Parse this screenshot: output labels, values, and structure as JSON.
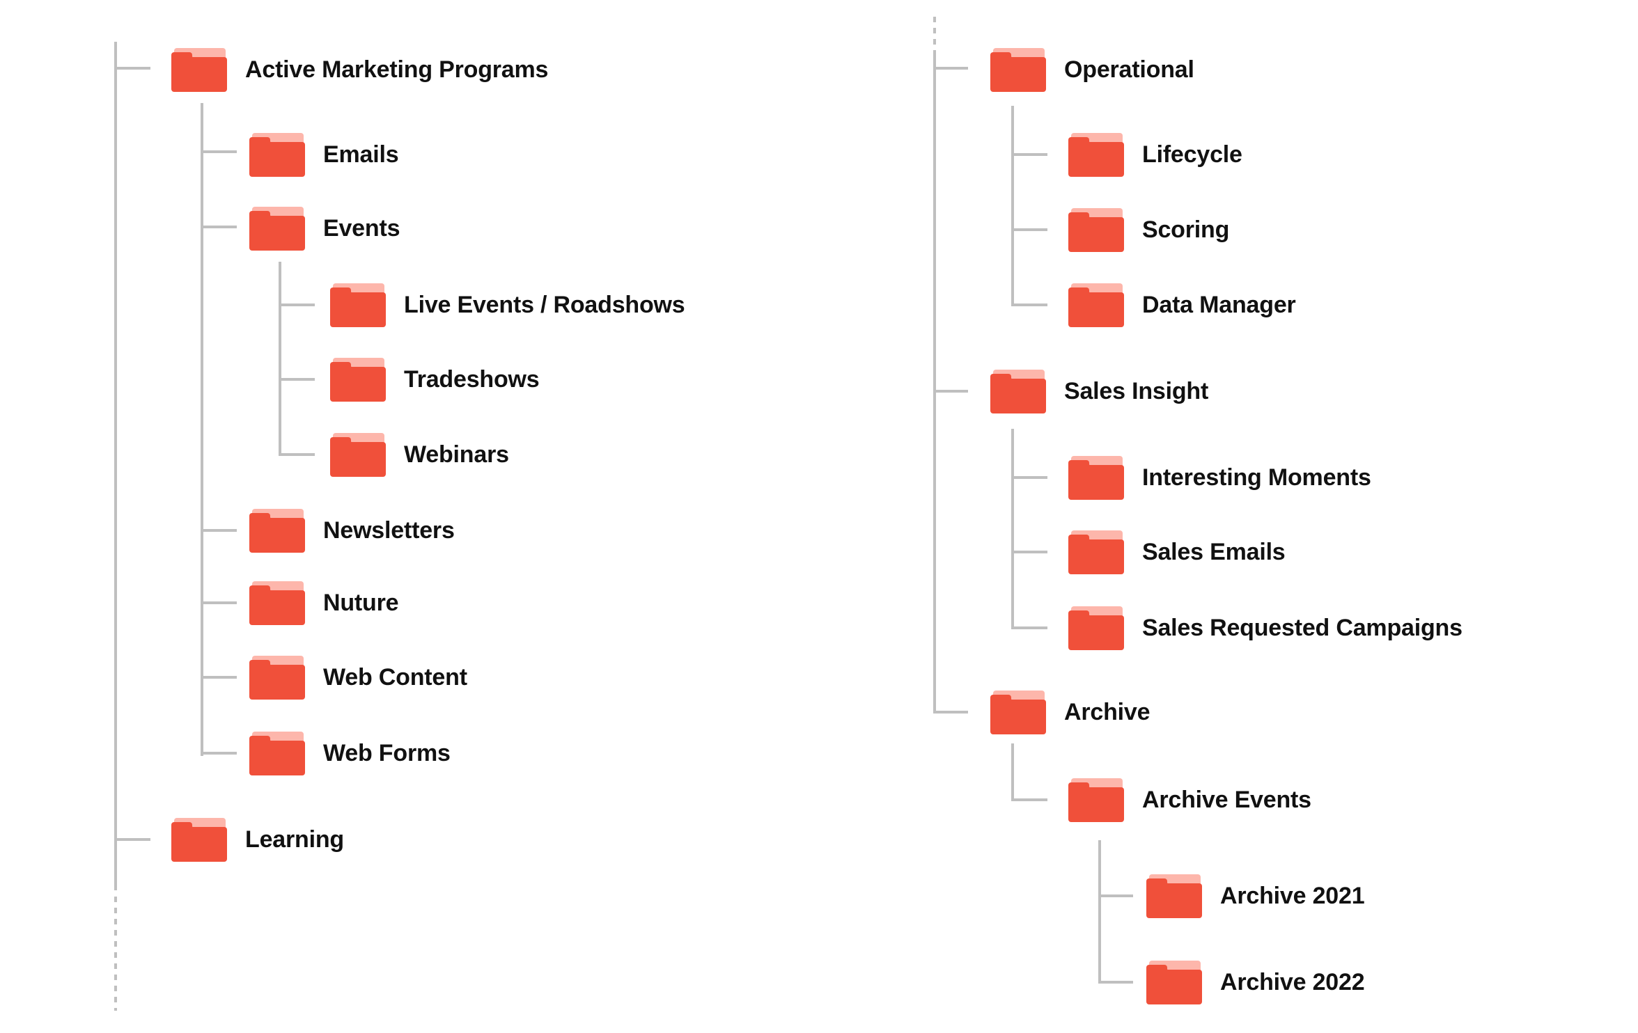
{
  "colors": {
    "folder_front": "#f0503a",
    "folder_back": "#fdb6ab",
    "connector": "#bfbfbf",
    "text": "#111111",
    "background": "#ffffff"
  },
  "icons": {
    "folder": "folder-icon"
  },
  "left_tree": {
    "active_marketing_programs": {
      "label": "Active Marketing Programs",
      "children": {
        "emails": "Emails",
        "events": {
          "label": "Events",
          "children": {
            "live_events": "Live Events / Roadshows",
            "tradeshows": "Tradeshows",
            "webinars": "Webinars"
          }
        },
        "newsletters": "Newsletters",
        "nuture": "Nuture",
        "web_content": "Web Content",
        "web_forms": "Web Forms"
      }
    },
    "learning": {
      "label": "Learning"
    }
  },
  "right_tree": {
    "operational": {
      "label": "Operational",
      "children": {
        "lifecycle": "Lifecycle",
        "scoring": "Scoring",
        "data_manager": "Data Manager"
      }
    },
    "sales_insight": {
      "label": "Sales Insight",
      "children": {
        "interesting_moments": "Interesting Moments",
        "sales_emails": "Sales Emails",
        "sales_requested_campaigns": "Sales Requested Campaigns"
      }
    },
    "archive": {
      "label": "Archive",
      "children": {
        "archive_events": {
          "label": "Archive Events",
          "children": {
            "archive_2021": "Archive 2021",
            "archive_2022": "Archive 2022"
          }
        }
      }
    }
  }
}
